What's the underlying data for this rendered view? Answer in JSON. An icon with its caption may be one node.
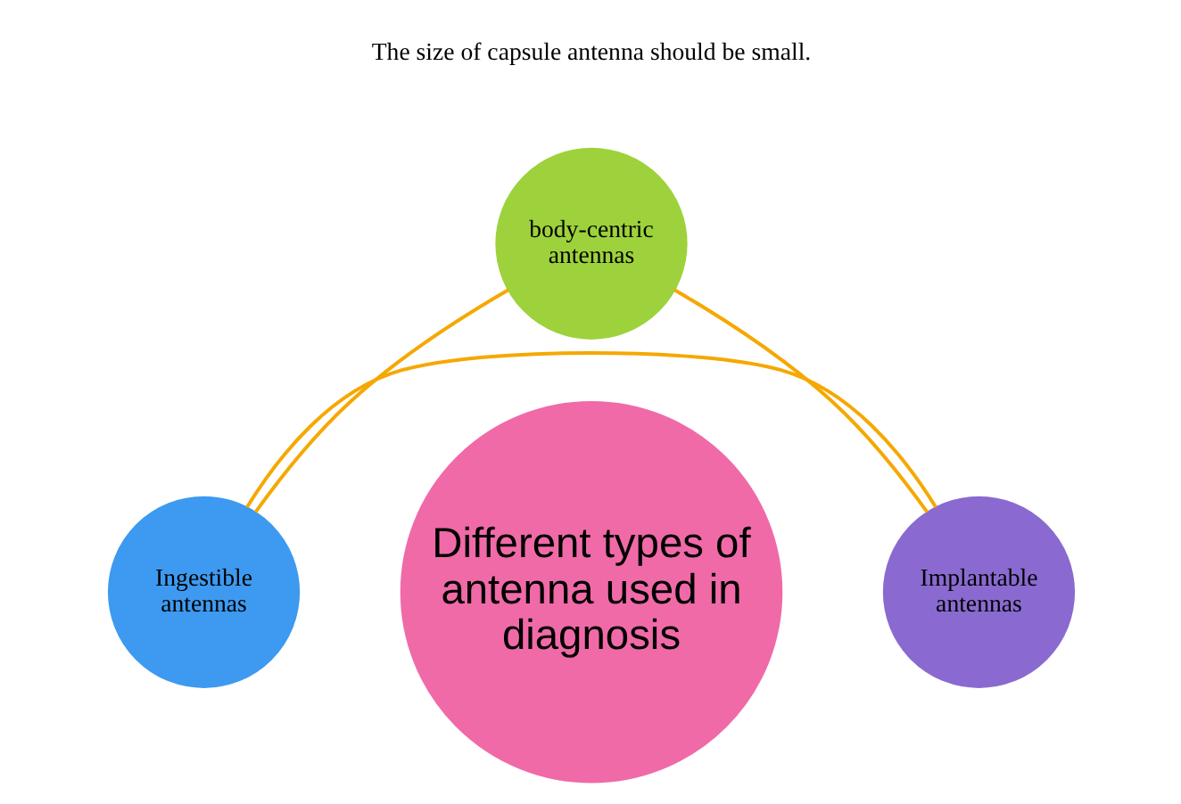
{
  "diagram": {
    "nodes": [
      {
        "text": [
          "body-centric antennas"
        ]
      },
      {
        "text": [
          "Different types of antenna used in diagnosis"
        ]
      },
      {
        "text": [
          "Ingestible antennas"
        ]
      },
      {
        "text": [
          "Implantable antennas"
        ]
      }
    ],
    "edges": [
      {
        "from": 0,
        "to": 3,
        "arrow": "none",
        "color": "#f5a800"
      },
      {
        "from": 3,
        "to": 2,
        "arrow": "none",
        "color": "#f5a800"
      },
      {
        "from": 2,
        "to": 0,
        "arrow": "none",
        "color": "#f5a800"
      }
    ],
    "labels": [
      "The size of capsule antenna should be small."
    ]
  }
}
